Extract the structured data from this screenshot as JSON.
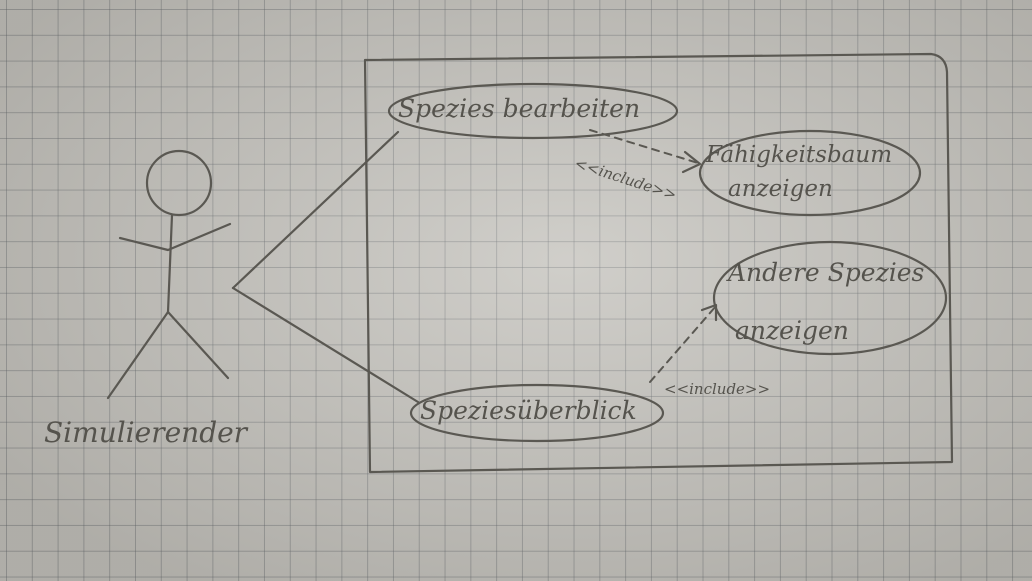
{
  "actor": {
    "label": "Simulierender"
  },
  "use_cases": {
    "edit": "Spezies bearbeiten",
    "tree_line1": "Fähigkeitsbaum",
    "tree_line2": "anzeigen",
    "other_line1": "Andere Spezies",
    "other_line2": "anzeigen",
    "overview": "Speziesüberblick"
  },
  "relations": {
    "include_top": "<<include>>",
    "include_bottom": "<<include>>"
  },
  "colors": {
    "ink": "#5a5852",
    "paper": "#c3c1bb",
    "grid": "#606468"
  }
}
